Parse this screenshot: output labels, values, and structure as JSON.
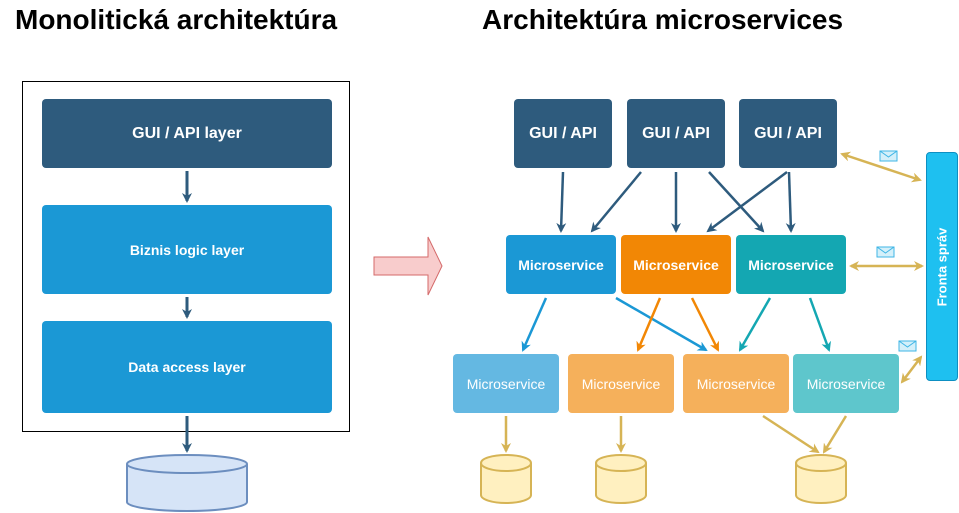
{
  "monolith": {
    "title": "Monolitická architektúra",
    "gui_layer": "GUI / API layer",
    "logic_layer": "Biznis logic layer",
    "data_layer": "Data access layer"
  },
  "micro": {
    "title": "Architektúra microservices",
    "gui_boxes": [
      "GUI / API",
      "GUI / API",
      "GUI / API"
    ],
    "mid_services": [
      "Microservice",
      "Microservice",
      "Microservice"
    ],
    "low_services": [
      "Microservice",
      "Microservice",
      "Microservice",
      "Microservice"
    ],
    "queue_label": "Fronta správ"
  },
  "colors": {
    "dark_blue": "#2e5b7d",
    "blue": "#1b98d5",
    "orange": "#f28705",
    "teal": "#14a7b2",
    "light_blue": "#64b8e2",
    "light_orange": "#f5b05b",
    "light_teal": "#5ec6cc",
    "queue": "#1ec0f0",
    "db_monolith": "#d6e4f7",
    "db_micro": "#fff0c0",
    "gold_arrow": "#d6b455",
    "transition_arrow": "#f8cccc"
  }
}
